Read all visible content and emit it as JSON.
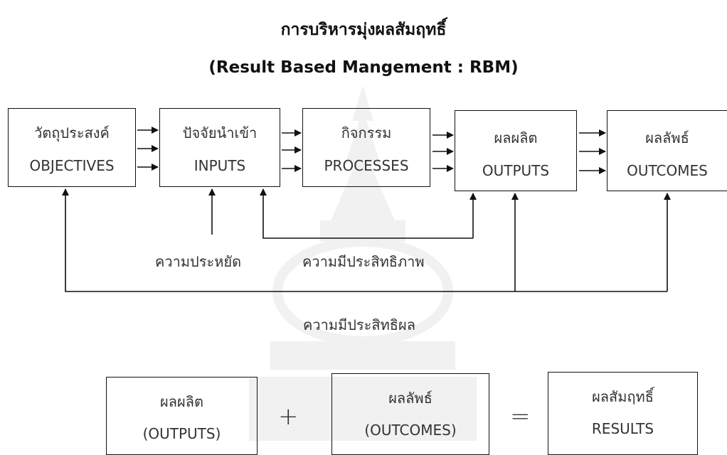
{
  "title": {
    "thai": "การบริหารมุ่งผลสัมฤทธิ์",
    "english": "(Result Based Mangement : RBM)"
  },
  "flow": {
    "boxes": [
      {
        "thai": "วัตถุประสงค์",
        "english": "OBJECTIVES"
      },
      {
        "thai": "ปัจจัยนำเข้า",
        "english": "INPUTS"
      },
      {
        "thai": "กิจกรรม",
        "english": "PROCESSES"
      },
      {
        "thai": "ผลผลิต",
        "english": "OUTPUTS"
      },
      {
        "thai": "ผลลัพธ์",
        "english": "OUTCOMES"
      }
    ],
    "labels": {
      "economy": "ความประหยัด",
      "efficiency": "ความมีประสิทธิภาพ",
      "effectiveness": "ความมีประสิทธิผล"
    }
  },
  "equation": {
    "outputs": {
      "thai": "ผลผลิต",
      "english": "(OUTPUTS)"
    },
    "plus": "+",
    "outcomes": {
      "thai": "ผลลัพธ์",
      "english": "(OUTCOMES)"
    },
    "equals": "=",
    "results": {
      "thai": "ผลสัมฤทธิ์",
      "english": "RESULTS"
    }
  }
}
